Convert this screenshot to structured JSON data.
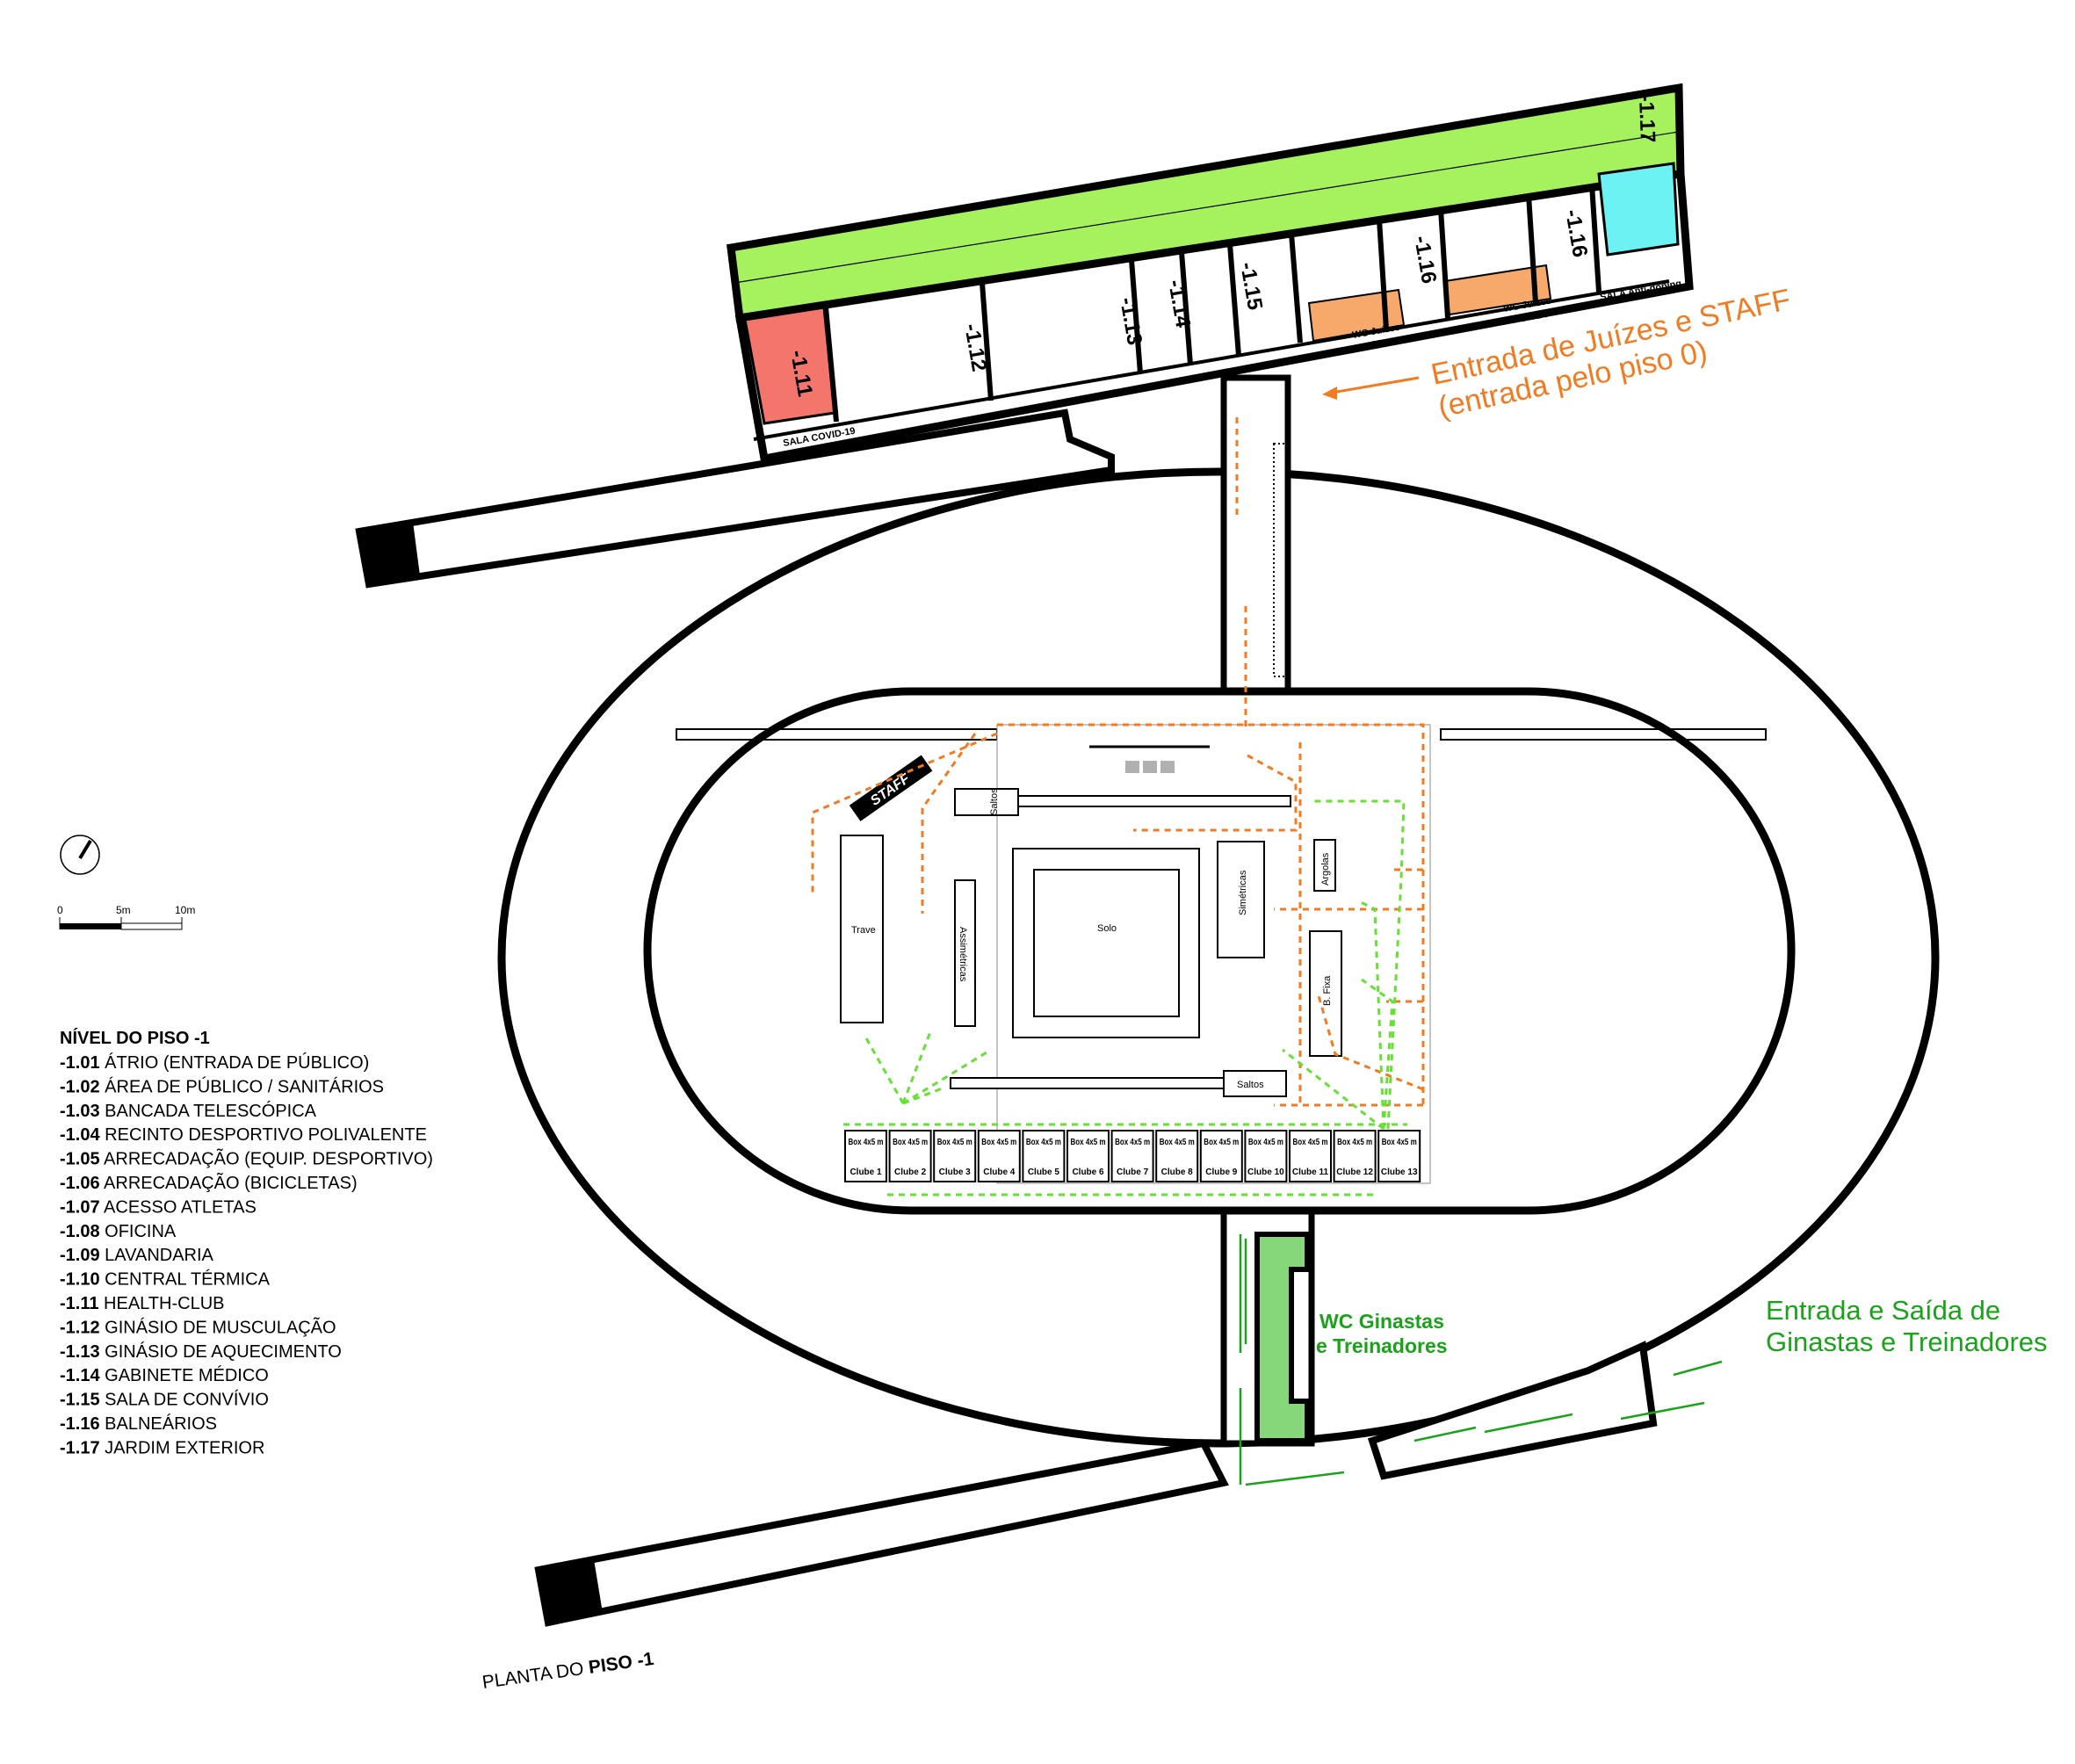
{
  "title": "PLANTA DO PISO -1",
  "title_parts": {
    "normal": "PLANTA DO ",
    "bold": "PISO -1"
  },
  "legend": {
    "heading": "NÍVEL DO PISO -1",
    "items": [
      {
        "code": "-1.01",
        "label": "ÁTRIO (ENTRADA DE PÚBLICO)"
      },
      {
        "code": "-1.02",
        "label": "ÁREA DE PÚBLICO / SANITÁRIOS"
      },
      {
        "code": "-1.03",
        "label": "BANCADA TELESCÓPICA"
      },
      {
        "code": "-1.04",
        "label": "RECINTO DESPORTIVO POLIVALENTE"
      },
      {
        "code": "-1.05",
        "label": "ARRECADAÇÃO (EQUIP. DESPORTIVO)"
      },
      {
        "code": "-1.06",
        "label": "ARRECADAÇÃO (BICICLETAS)"
      },
      {
        "code": "-1.07",
        "label": "ACESSO ATLETAS"
      },
      {
        "code": "-1.08",
        "label": "OFICINA"
      },
      {
        "code": "-1.09",
        "label": "LAVANDARIA"
      },
      {
        "code": "-1.10",
        "label": "CENTRAL TÉRMICA"
      },
      {
        "code": "-1.11",
        "label": "HEALTH-CLUB"
      },
      {
        "code": "-1.12",
        "label": "GINÁSIO DE MUSCULAÇÃO"
      },
      {
        "code": "-1.13",
        "label": "GINÁSIO DE AQUECIMENTO"
      },
      {
        "code": "-1.14",
        "label": "GABINETE MÉDICO"
      },
      {
        "code": "-1.15",
        "label": "SALA DE CONVÍVIO"
      },
      {
        "code": "-1.16",
        "label": "BALNEÁRIOS"
      },
      {
        "code": "-1.17",
        "label": "JARDIM EXTERIOR"
      }
    ]
  },
  "scale_bar": {
    "ticks": [
      "0",
      "5m",
      "10m"
    ]
  },
  "building_labels": {
    "r111": "-1.11",
    "r112": "-1.12",
    "r113": "-1.13",
    "r114": "-1.14",
    "r115": "-1.15",
    "r116a": "-1.16",
    "r116b": "-1.16",
    "r117": "-1.17",
    "covid": "SALA COVID-19",
    "antidoping": "SALA Anti-doping",
    "wc1_a": "WC Juízes",
    "wc1_b": "e STAFF",
    "wc2_a": "WC Juízes",
    "wc2_b": "e STAFF"
  },
  "annotations": {
    "judges_entry_1": "Entrada de Juízes e STAFF",
    "judges_entry_2": "(entrada pelo piso 0)",
    "wc_gymnasts_1": "WC Ginastas",
    "wc_gymnasts_2": "e Treinadores",
    "gymnast_entry_1": "Entrada e Saída de",
    "gymnast_entry_2": "Ginastas e Treinadores",
    "staff": "STAFF"
  },
  "equipment": {
    "saltos_top": "Saltos",
    "trave": "Trave",
    "assimetricas": "Assimétricas",
    "solo": "Solo",
    "simetricas": "Simétricas",
    "argolas": "Argolas",
    "b_fixa": "B. Fixa",
    "saltos_bottom": "Saltos"
  },
  "boxes": [
    {
      "size": "Box 4x5 m",
      "club": "Clube 1"
    },
    {
      "size": "Box 4x5 m",
      "club": "Clube 2"
    },
    {
      "size": "Box 4x5 m",
      "club": "Clube 3"
    },
    {
      "size": "Box 4x5 m",
      "club": "Clube 4"
    },
    {
      "size": "Box 4x5 m",
      "club": "Clube 5"
    },
    {
      "size": "Box 4x5 m",
      "club": "Clube 6"
    },
    {
      "size": "Box 4x5 m",
      "club": "Clube 7"
    },
    {
      "size": "Box 4x5 m",
      "club": "Clube 8"
    },
    {
      "size": "Box 4x5 m",
      "club": "Clube 9"
    },
    {
      "size": "Box 4x5 m",
      "club": "Clube 10"
    },
    {
      "size": "Box 4x5 m",
      "club": "Clube 11"
    },
    {
      "size": "Box 4x5 m",
      "club": "Clube 12"
    },
    {
      "size": "Box 4x5 m",
      "club": "Clube 13"
    }
  ],
  "colors": {
    "garden": "#a6f25e",
    "covid": "#f3756b",
    "wc_staff": "#f7a96b",
    "antidoping": "#6cf2f2",
    "wc_gymnasts": "#86d67a",
    "staff_route": "#f47a20",
    "gymnast_route": "#66e033",
    "gymnast_text": "#1aa31a"
  }
}
